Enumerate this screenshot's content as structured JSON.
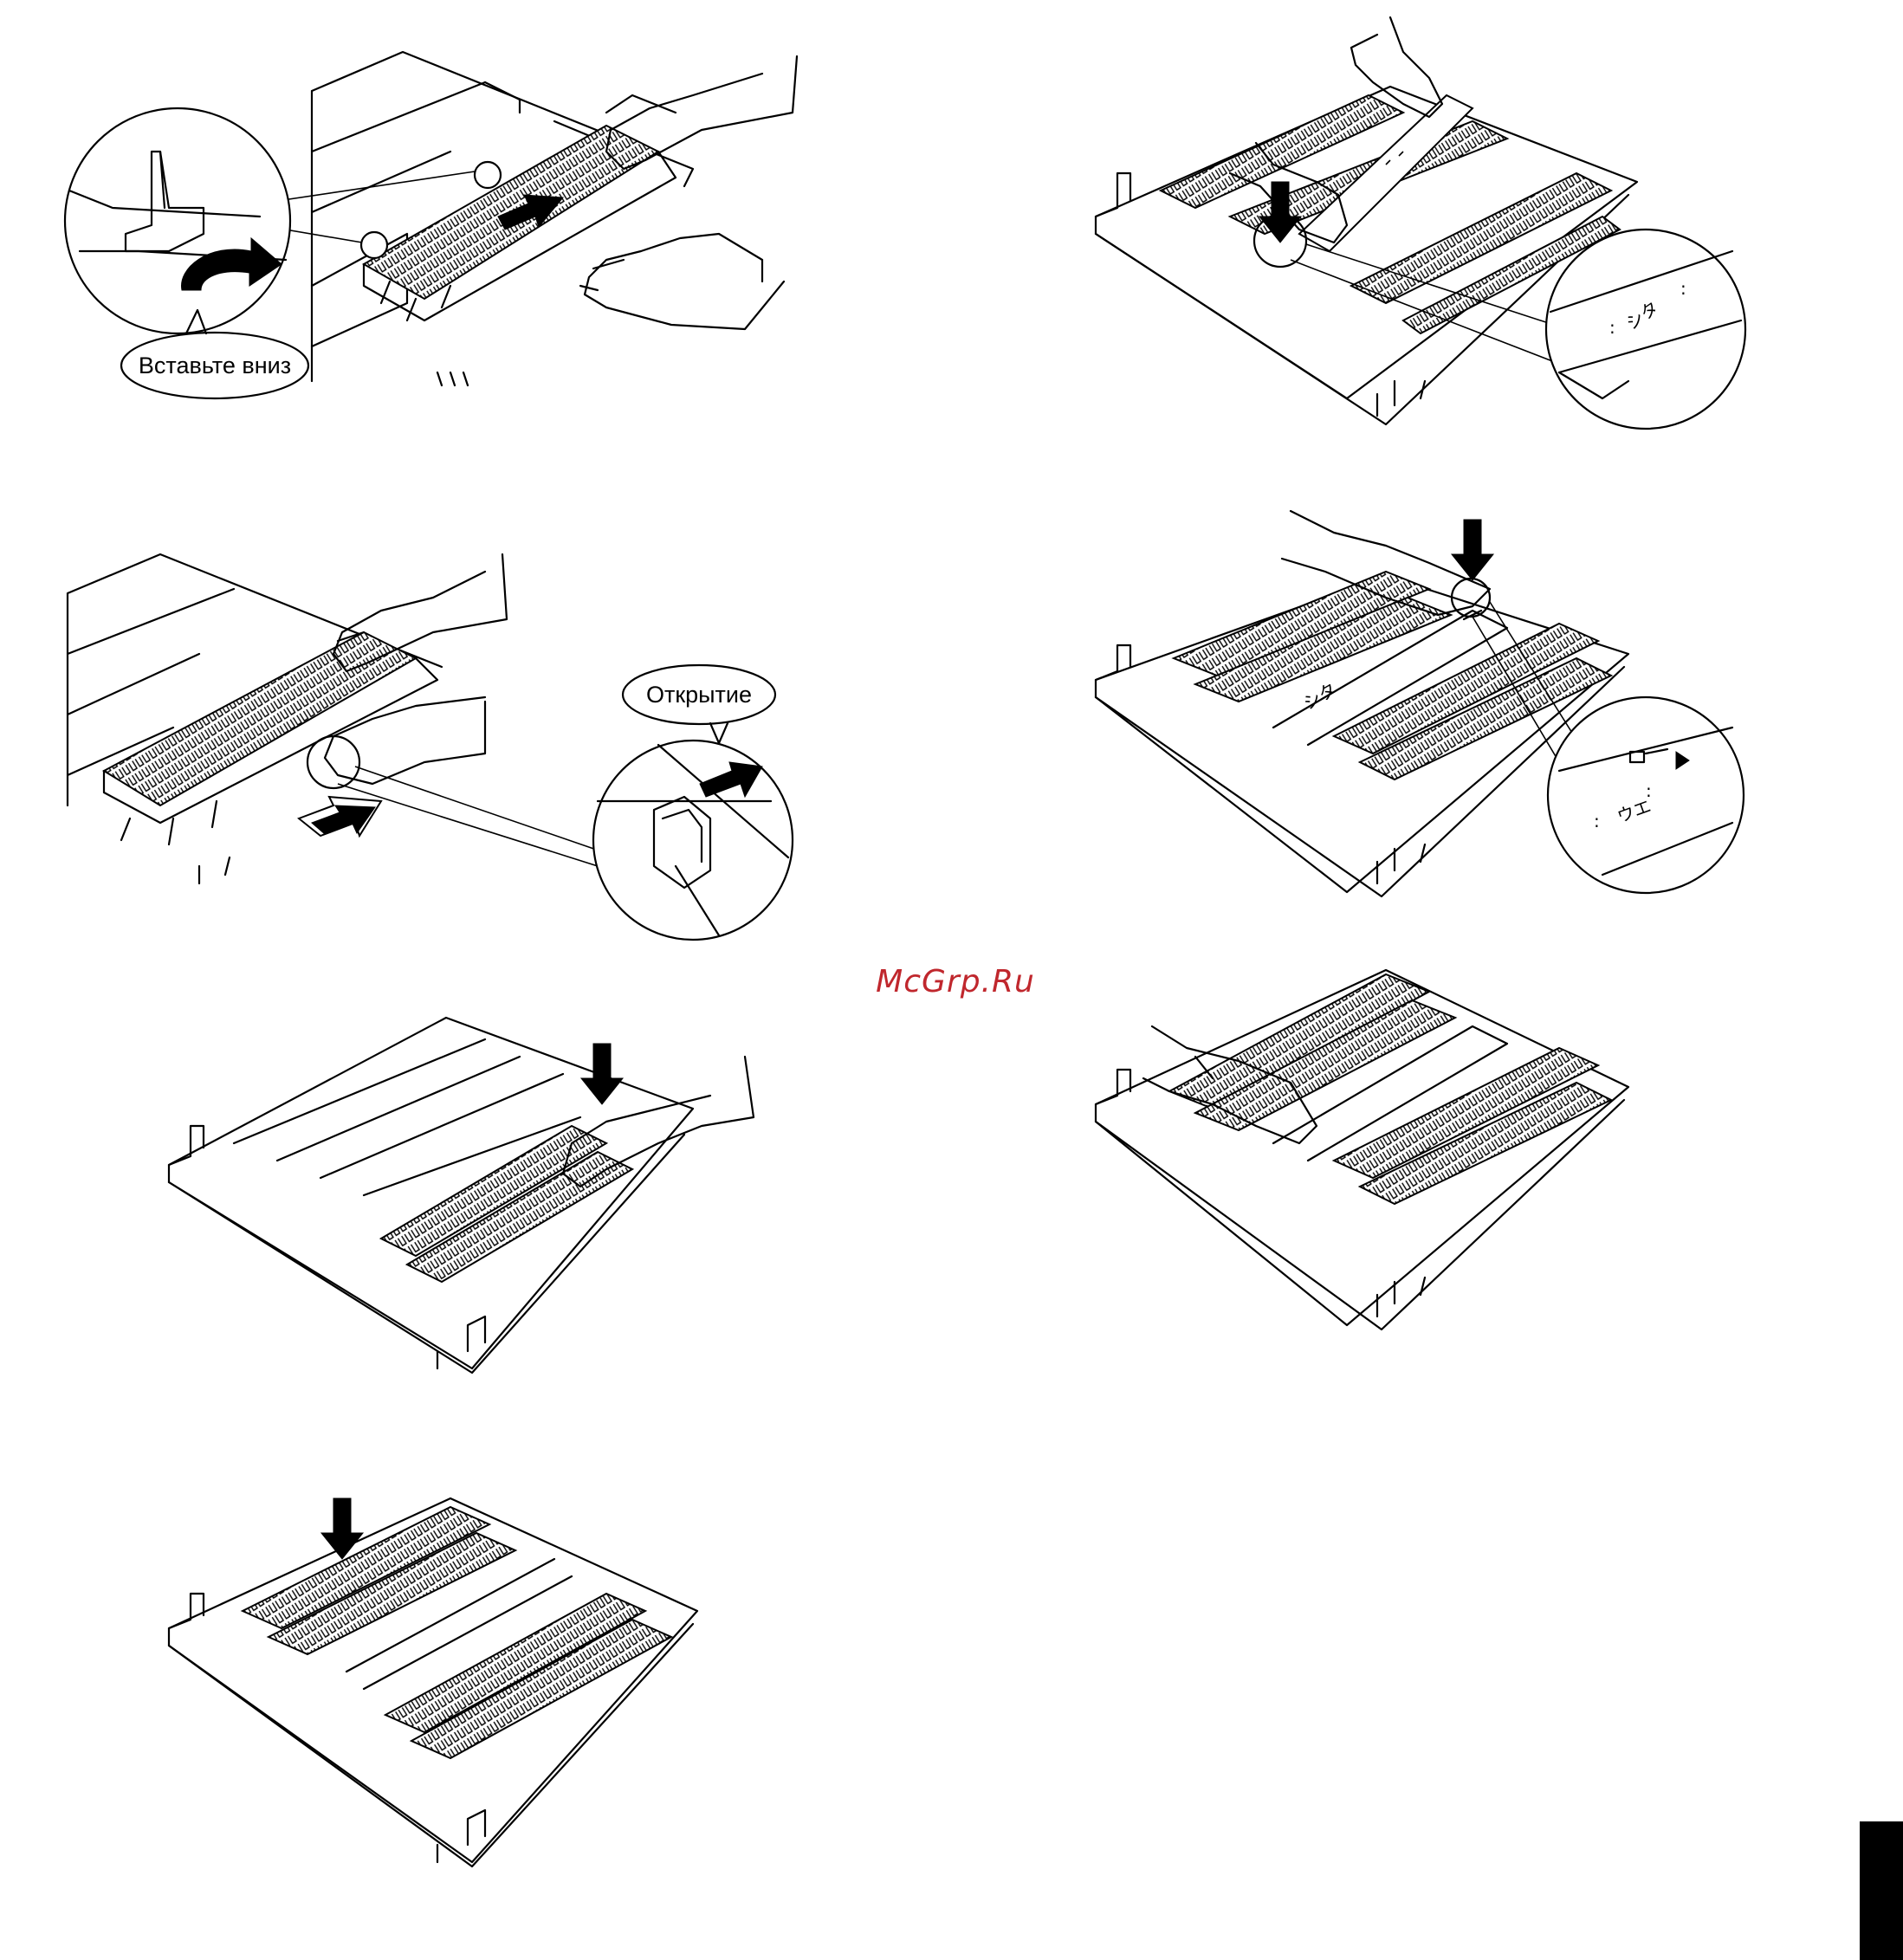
{
  "labels": {
    "insert_down": "Вставьте вниз",
    "open": "Открытие",
    "watermark": "McGrp.Ru",
    "shita": "シタ",
    "ue": "ウエ"
  }
}
